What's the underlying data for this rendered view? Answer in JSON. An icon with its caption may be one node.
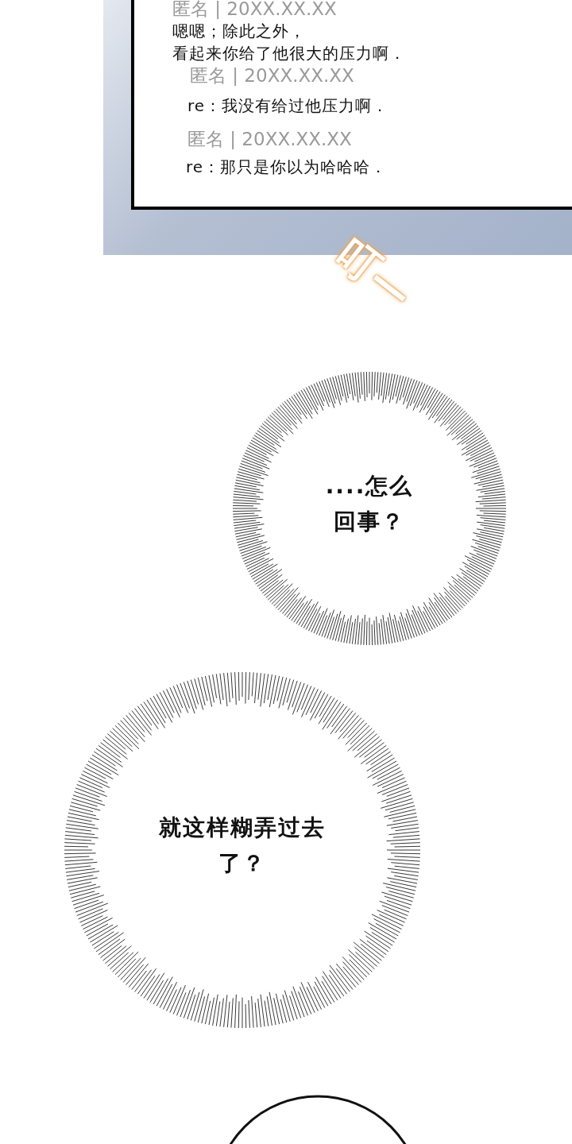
{
  "diagram": {
    "nodes": [
      {
        "text": [
          "匿名 | 20XX.XX.XX",
          "嗯嗯；除此之外，",
          "看起来你给了他很大的压力啊．",
          "匿名 | 20XX.XX.XX",
          "re：我没有给过他压力啊．",
          "匿名 | 20XX.XX.XX",
          "re：那只是你以为哈哈哈．"
        ]
      },
      {
        "text": [
          "....怎么回事？"
        ]
      },
      {
        "text": [
          "就这样糊弄过去了？"
        ]
      },
      {
        "text": [],
        "shape": "circle"
      }
    ],
    "labels": [
      "叮—"
    ]
  }
}
